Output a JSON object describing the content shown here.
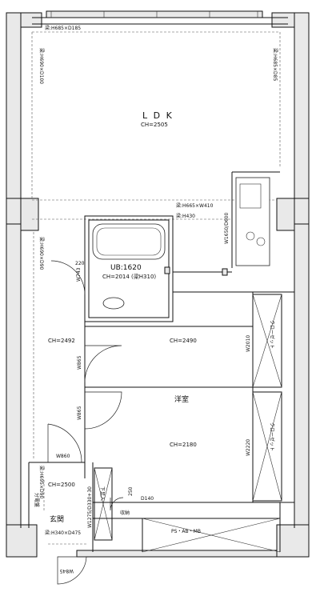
{
  "rooms": {
    "ldk_name": "L D K",
    "ldk_ch": "CH=2505",
    "ub_name": "UB:1620",
    "ub_ch": "CH=2014 (梁H310)",
    "hall_ch": "CH=2492",
    "western_top_ch": "CH=2490",
    "western_name": "洋室",
    "western_bottom_ch": "CH=2180",
    "closet_ch": "CH=2500",
    "genkan_name": "玄関"
  },
  "beams": {
    "top": "梁:H685×D185",
    "left_upper": "梁:H690×D100",
    "right_upper": "梁:H685×D85",
    "mid_a": "梁:H665×W410",
    "mid_b": "梁:H430",
    "left_mid": "梁:H690×D90",
    "left_lower": "梁:H695×D90",
    "entrance": "梁:H340×D475"
  },
  "dims": {
    "kitchen": "W1650/D600",
    "ub_door": "W743",
    "ub_offset": "220",
    "hall_door": "W865",
    "room_door": "W865",
    "closet_door": "W860",
    "closet_top": "W2010",
    "closet_bottom": "W2220",
    "shoe": "W1275/D330+30",
    "storage_w": "250",
    "storage_d": "D140",
    "entry_door": "W845"
  },
  "labels": {
    "closet_a": "クローゼット",
    "closet_b": "クローゼット",
    "shoebox": "下足入",
    "storage": "収納",
    "ps": "PS・AB・MB",
    "meter": "分電盤"
  }
}
